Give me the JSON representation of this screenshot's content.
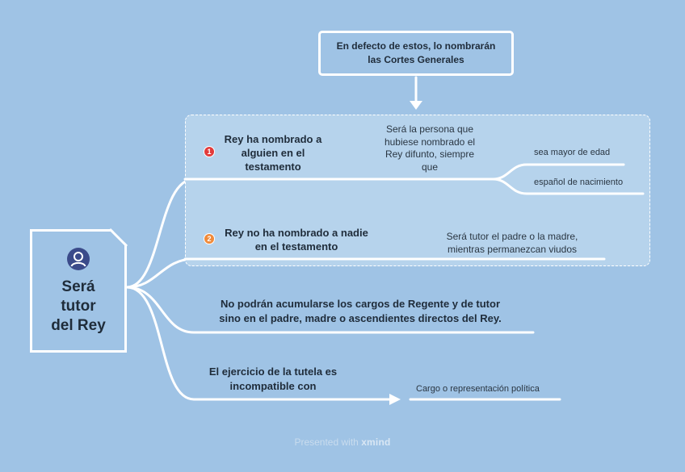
{
  "root": {
    "title_lines": [
      "Será",
      "tutor",
      "del Rey"
    ],
    "icon": "user-avatar-icon"
  },
  "top_note": {
    "line1": "En defecto de estos, lo nombrarán",
    "line2": "las Cortes Generales"
  },
  "branch1": {
    "badge": "1",
    "badge_color": "#e23b3b",
    "label_lines": [
      "Rey ha nombrado a",
      "alguien en el",
      "testamento"
    ],
    "detail_lines": [
      "Será la persona que",
      "hubiese nombrado el",
      "Rey difunto, siempre",
      "que"
    ],
    "conditions": [
      "sea mayor de edad",
      "español de nacimiento"
    ]
  },
  "branch2": {
    "badge": "2",
    "badge_color": "#f08a3a",
    "label_lines": [
      "Rey no ha nombrado a nadie",
      "en el testamento"
    ],
    "detail_lines": [
      "Será tutor el padre o la madre,",
      "mientras permanezcan viudos"
    ]
  },
  "branch3": {
    "text_lines": [
      "No podrán acumularse los cargos de Regente y de tutor",
      "sino en el padre, madre o ascendientes directos del Rey."
    ]
  },
  "branch4": {
    "label_lines": [
      "El ejercicio de la tutela es",
      "incompatible con"
    ],
    "target": "Cargo o representación política"
  },
  "footer": {
    "prefix": "Presented with",
    "brand": "xmind"
  }
}
